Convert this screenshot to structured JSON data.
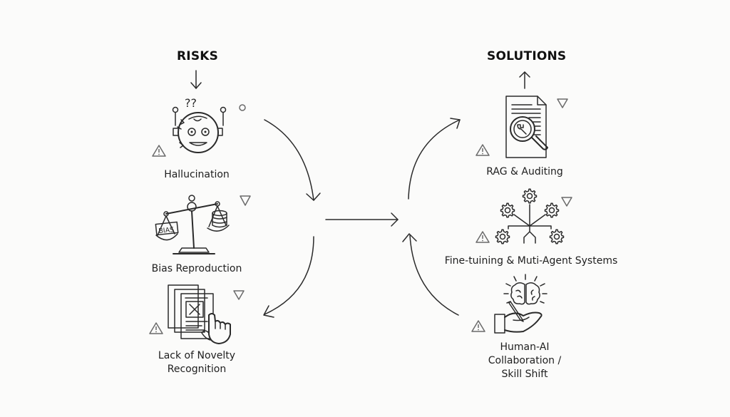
{
  "diagram": {
    "left_column": {
      "heading": "RISKS",
      "items": [
        {
          "label": "Hallucination",
          "icon": "confused-robot-icon",
          "question_marks": "??"
        },
        {
          "label": "Bias Reproduction",
          "icon": "bias-scale-icon",
          "tag_text": "BIAS"
        },
        {
          "label_line1": "Lack of Novelty",
          "label_line2": "Recognition",
          "icon": "rejected-documents-icon"
        }
      ]
    },
    "right_column": {
      "heading": "SOLUTIONS",
      "items": [
        {
          "label": "RAG & Auditing",
          "icon": "document-magnifier-icon"
        },
        {
          "label": "Fine-tuining & Muti-Agent Systems",
          "icon": "gear-network-icon"
        },
        {
          "label_line1": "Human-AI",
          "label_line2": "Collaboration /",
          "label_line3": "Skill Shift",
          "icon": "hand-brain-icon"
        }
      ]
    },
    "decorations": {
      "warning_icon": "warning-triangle-icon",
      "marker_icon": "down-triangle-icon",
      "circle_marker": "small-circle-icon"
    },
    "colors": {
      "background": "#fbfbfa",
      "stroke": "#2a2a2a",
      "marker": "#6a6a6a"
    }
  }
}
